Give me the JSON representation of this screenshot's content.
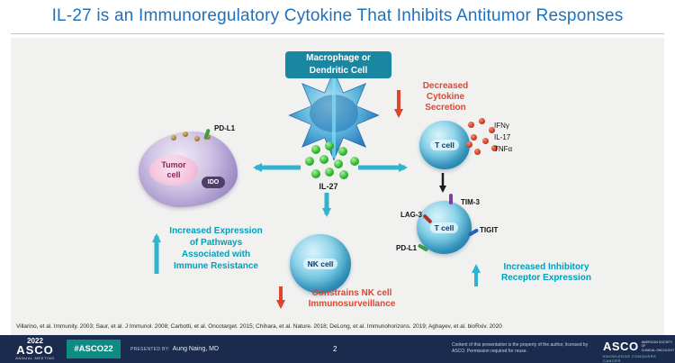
{
  "slide": {
    "title": "IL-27 is an Immunoregulatory Cytokine That Inhibits Antitumor Responses",
    "citations": "Villarino, et al. Immunity. 2003; Saur, et al. J Immunol. 2008; Carbotti, et al. Oncotarget. 2015; Chihara, et al. Nature. 2018; DeLong, et al. Immunohorizons. 2019; Aghayev, et al. bioRxiv. 2020"
  },
  "diagram": {
    "macrophage_label": "Macrophage or\nDendritic Cell",
    "il27_label": "IL-27",
    "tumor": {
      "pdl1_label": "PD-L1",
      "cell_label": "Tumor\ncell",
      "ido_label": "IDO"
    },
    "left_effect": "Increased Expression\nof Pathways\nAssociated with\nImmune Resistance",
    "nk": {
      "cell_label": "NK cell",
      "effect": "Constrains NK cell\nImmunosurveillance"
    },
    "tcell_top": {
      "cell_label": "T cell",
      "effect": "Decreased\nCytokine\nSecretion",
      "cytokines": [
        "IFNγ",
        "IL-17",
        "TNFα"
      ]
    },
    "tcell_bottom": {
      "cell_label": "T cell",
      "receptors": {
        "tim3": "TIM-3",
        "lag3": "LAG-3",
        "tigit": "TIGIT",
        "pdl1": "PD-L1"
      },
      "effect": "Increased Inhibitory\nReceptor Expression"
    }
  },
  "footer": {
    "year": "2022",
    "org_short": "ASCO",
    "meeting": "ANNUAL MEETING",
    "hashtag": "#ASCO22",
    "presented_by_label": "PRESENTED BY:",
    "presenter": "Aung Naing, MD",
    "page_number": "2",
    "rights": "Content of this presentation is the property of the author, licensed by ASCO. Permission required for reuse.",
    "logo": {
      "name": "ASCO",
      "org": "AMERICAN SOCIETY OF\nCLINICAL ONCOLOGY",
      "tagline": "KNOWLEDGE CONQUERS CANCER"
    }
  },
  "colors": {
    "title_blue": "#2170BA",
    "teal_text": "#00A0BC",
    "teal_arrow": "#2FB3CE",
    "red": "#E8432C",
    "footer_navy": "#1B2B4E",
    "hashtag_teal": "#0F8C82"
  }
}
